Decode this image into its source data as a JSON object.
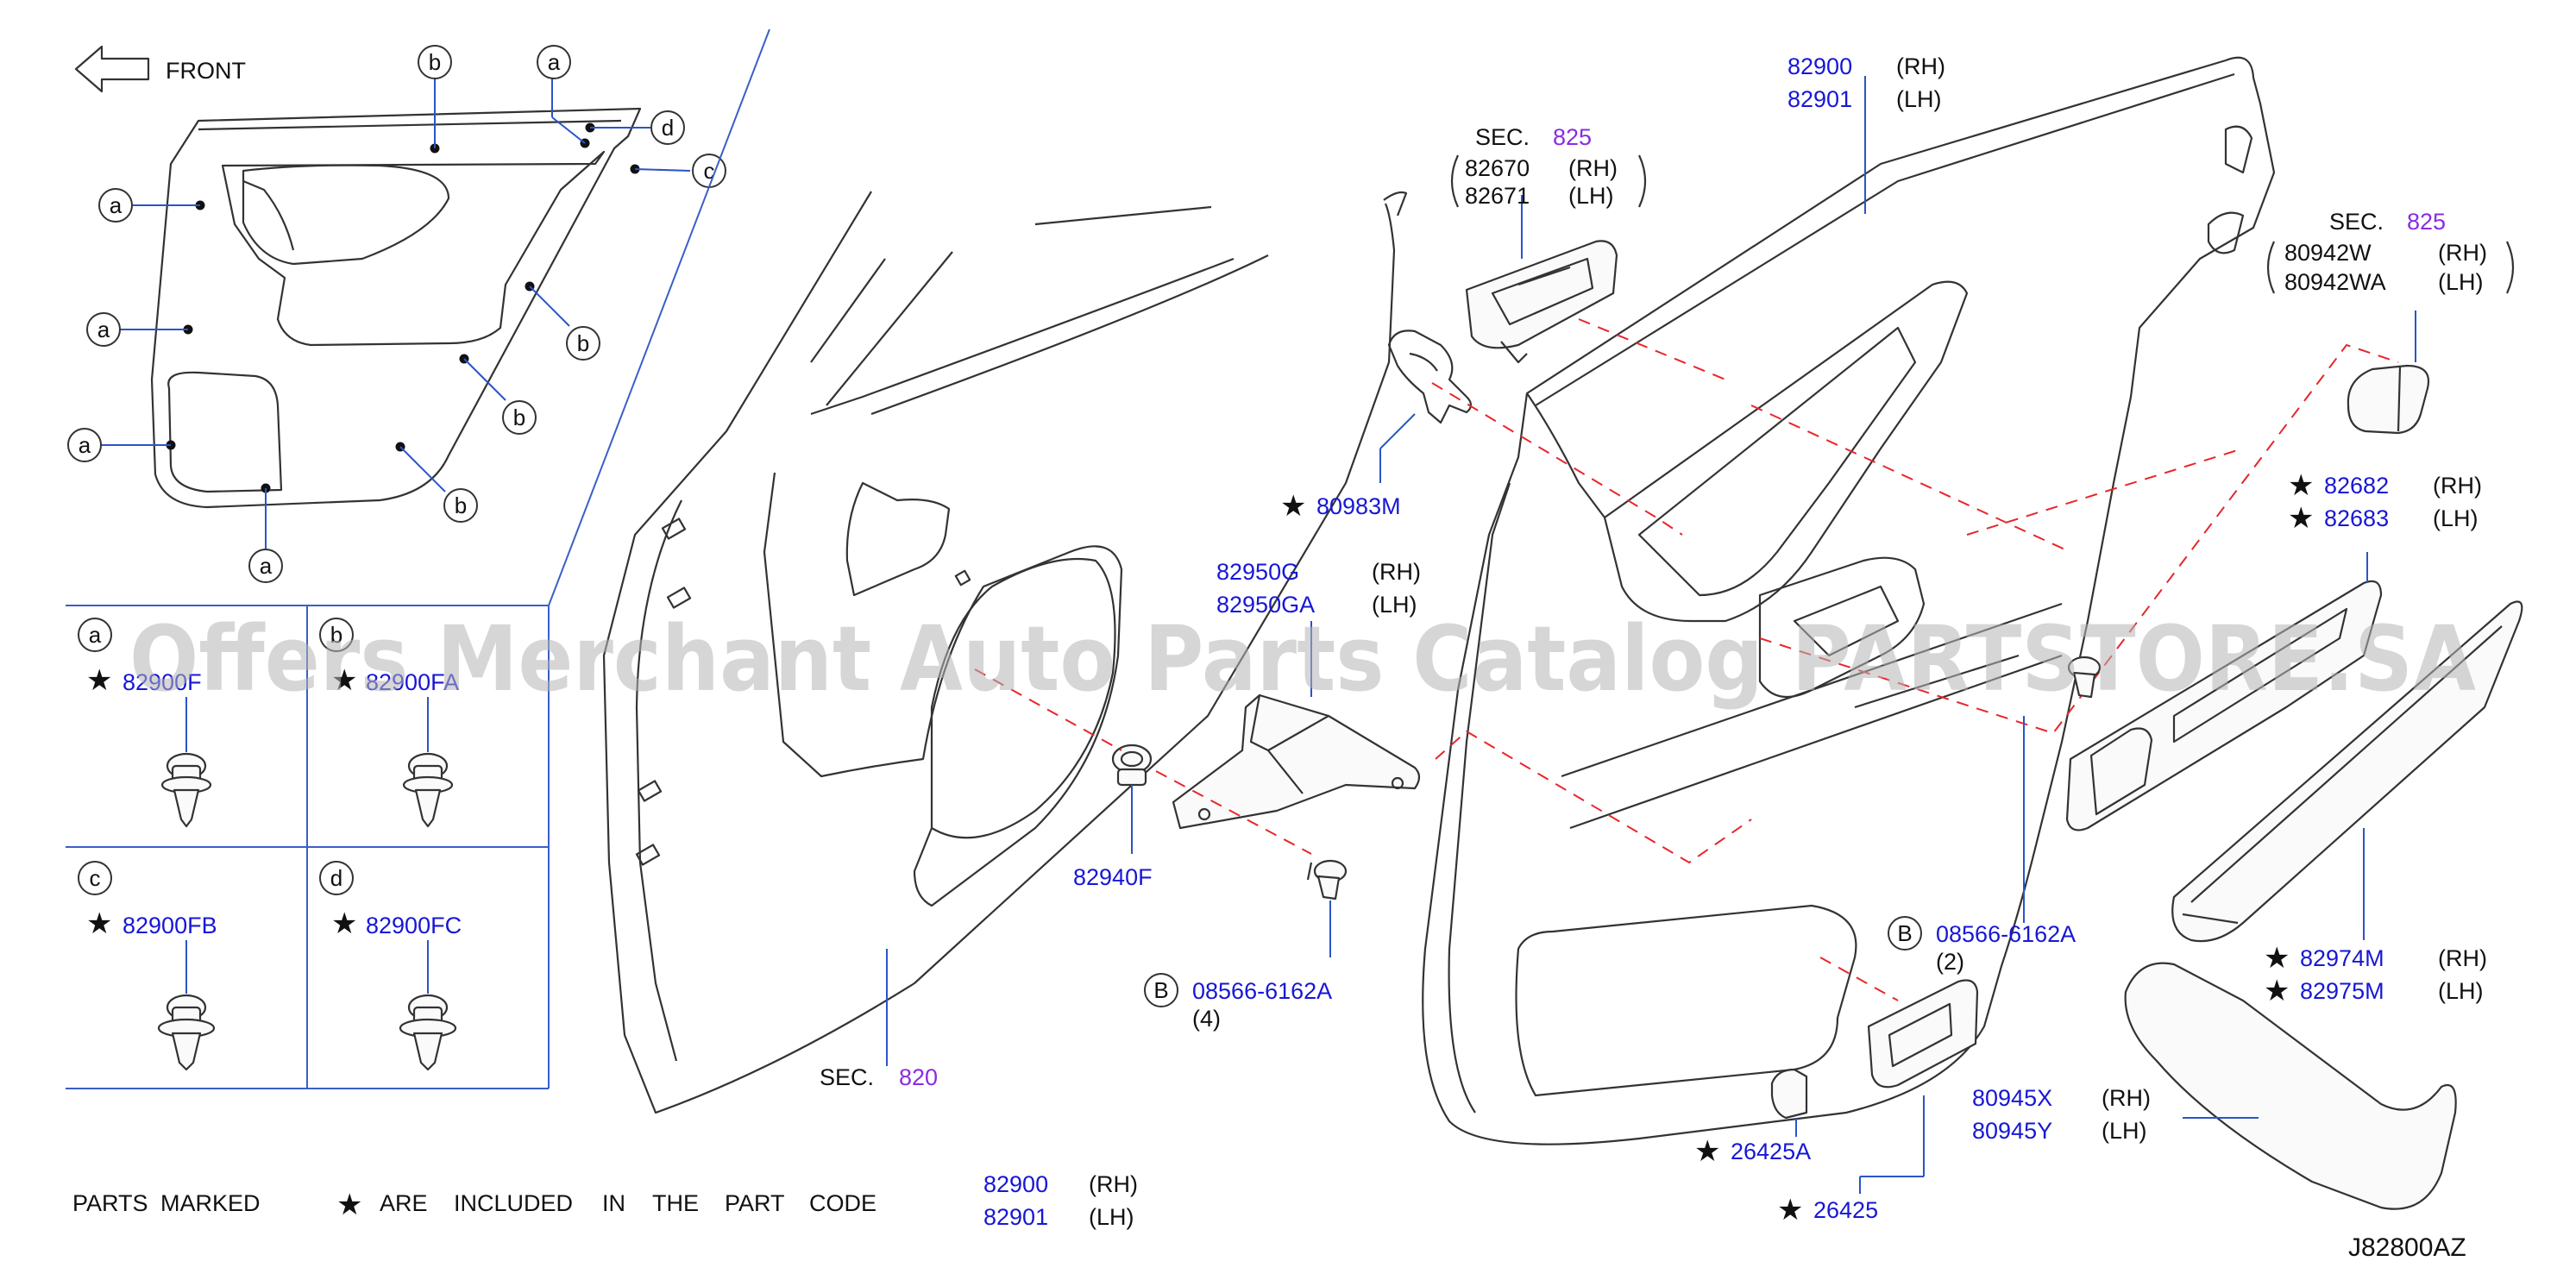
{
  "front": "FRONT",
  "watermark": "Offers Merchant Auto Parts Catalog PARTSTORE.SA",
  "diagram_code": "J82800AZ",
  "footer": {
    "p1": "PARTS",
    "p2": "MARKED",
    "p3": "ARE",
    "p4": "INCLUDED",
    "p5": "IN",
    "p6": "THE",
    "p7": "PART",
    "p8": "CODE"
  },
  "circles": {
    "a": "a",
    "b": "b",
    "c": "c",
    "d": "d",
    "B": "B"
  },
  "sec": {
    "word": "SEC.",
    "s825": "825",
    "s820": "820"
  },
  "rh": "(RH)",
  "lh": "(LH)",
  "qty4": "(4)",
  "qty2": "(2)",
  "parts": {
    "p82900": "82900",
    "p82901": "82901",
    "p82670": "82670",
    "p82671": "82671",
    "p80942W": "80942W",
    "p80942WA": "80942WA",
    "p80983M": "80983M",
    "p82950G": "82950G",
    "p82950GA": "82950GA",
    "p82940F": "82940F",
    "p08566": "08566-6162A",
    "p82682": "82682",
    "p82683": "82683",
    "p82974M": "82974M",
    "p82975M": "82975M",
    "p80945X": "80945X",
    "p80945Y": "80945Y",
    "p26425A": "26425A",
    "p26425": "26425",
    "clip_a": "82900F",
    "clip_b": "82900FA",
    "clip_c": "82900FB",
    "clip_d": "82900FC"
  }
}
